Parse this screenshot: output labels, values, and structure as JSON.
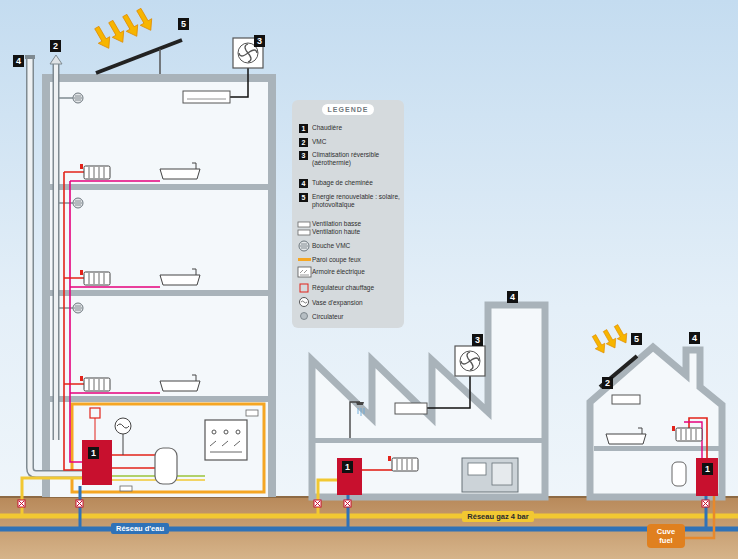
{
  "diagram": {
    "nodes": [
      {
        "text": [
          "LEGENDE"
        ]
      },
      {
        "text": [
          "Réseau gaz 4 bar"
        ]
      },
      {
        "text": [
          "Réseau d'eau"
        ]
      },
      {
        "text": [
          "Cuve fuel"
        ]
      }
    ],
    "labels": [
      "4",
      "2",
      "5",
      "3",
      "1",
      "1",
      "2",
      "3",
      "4",
      "5",
      "4",
      "3",
      "1",
      "5",
      "4",
      "2",
      "1"
    ],
    "legend": [
      {
        "text": "Chaudière"
      },
      {
        "text": "VMC"
      },
      {
        "text": "Climatisation réversible (aérothermie)"
      },
      {
        "text": "Tubage de cheminée"
      },
      {
        "text": "Energie renouvelable : solaire, photovoltaïque"
      },
      {
        "text": "Ventilation basse Ventilation haute"
      },
      {
        "text": "Bouche VMC"
      },
      {
        "text": "Paroi coupe feux"
      },
      {
        "text": "Armoire électrique"
      },
      {
        "text": "Régulateur chauffage"
      },
      {
        "text": "Vase d'expansion"
      },
      {
        "text": "Circulateur"
      }
    ]
  }
}
